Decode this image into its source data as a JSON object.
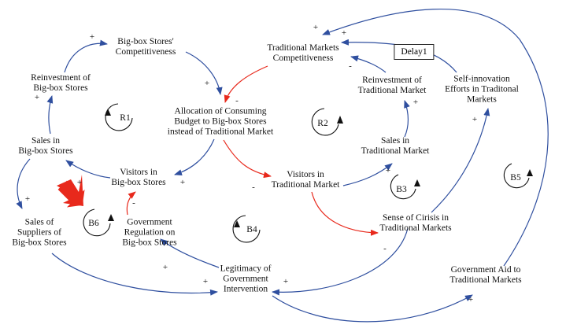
{
  "colors": {
    "link": "#2f4f9f",
    "negative_link": "#e8291c",
    "text": "#111111"
  },
  "nodes": {
    "bigbox_competitiveness": "Big-box Stores'\nCompetitiveness",
    "reinvestment_bigbox": "Reinvestment of\nBig-box Stores",
    "sales_bigbox": "Sales in\nBig-box Stores",
    "sales_suppliers": "Sales of\nSuppliers of\nBig-box Stores",
    "allocation_budget": "Allocation of Consuming\nBudget to Big-box Stores\ninstead of Traditional Market",
    "visitors_bigbox": "Visitors in\nBig-box Stores",
    "gov_regulation": "Government\nRegulation on\nBig-box Stores",
    "legitimacy": "Legitimacy of\nGovernment\nIntervention",
    "traditional_competitiveness": "Traditional Markets\nCompetitiveness",
    "reinvestment_traditional": "Reinvestment of\nTraditional Market",
    "sales_traditional": "Sales in\nTraditional Market",
    "visitors_traditional": "Visitors in\nTraditional Market",
    "sense_crisis": "Sense of Cirisis in\nTraditional Markets",
    "self_innovation": "Self-innovation\nEfforts in Traditonal\nMarkets",
    "gov_aid": "Government Aid to\nTraditional Markets",
    "delay": "Delay1"
  },
  "loops": {
    "r1": "R1",
    "r2": "R2",
    "b3": "B3",
    "b4": "B4",
    "b5": "B5",
    "b6": "B6"
  }
}
